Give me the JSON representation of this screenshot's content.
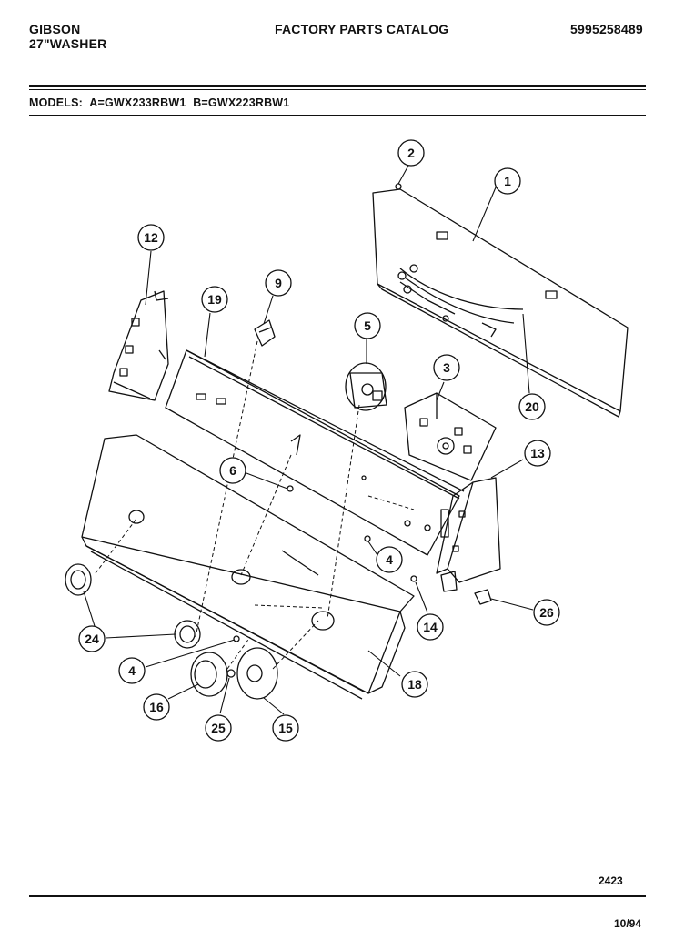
{
  "header": {
    "brand": "GIBSON",
    "product": "27\"WASHER",
    "catalog_title": "FACTORY PARTS CATALOG",
    "catalog_number": "5995258489"
  },
  "models": {
    "label": "MODELS:",
    "model_a": "A=GWX233RBW1",
    "model_b": "B=GWX223RBW1"
  },
  "callouts": [
    "2",
    "1",
    "12",
    "9",
    "19",
    "5",
    "3",
    "20",
    "13",
    "6",
    "4",
    "24",
    "4",
    "26",
    "14",
    "18",
    "16",
    "25",
    "15"
  ],
  "footer": {
    "drawing_number": "2423",
    "date": "10/94"
  }
}
